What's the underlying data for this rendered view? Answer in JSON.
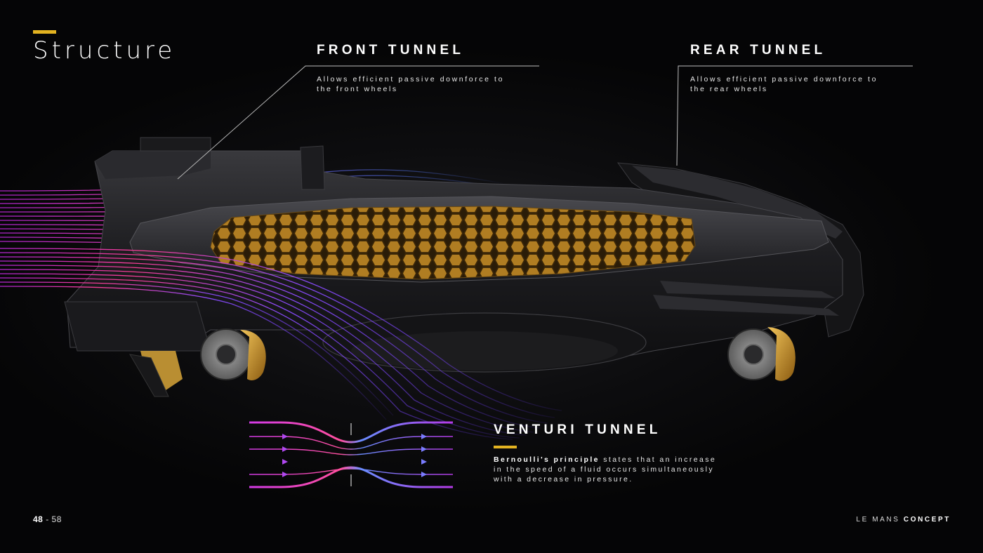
{
  "header": {
    "title": "Structure",
    "accent_color": "#e3b321"
  },
  "front_tunnel": {
    "title": "FRONT TUNNEL",
    "description_line1": "Allows efficient passive downforce to",
    "description_line2": "the front wheels"
  },
  "rear_tunnel": {
    "title": "REAR TUNNEL",
    "description_line1": "Allows efficient passive downforce to",
    "description_line2": "the rear wheels"
  },
  "venturi_tunnel": {
    "title": "VENTURI TUNNEL",
    "bold_lead": "Bernoulli's principle",
    "description_line1_rest": " states that an increase",
    "description_line2": "in the speed of a fluid occurs simultaneously",
    "description_line3": "with a decrease in pressure."
  },
  "footer": {
    "current_page": "48",
    "separator": " - ",
    "total_pages": "58",
    "brand_light": "LE MANS ",
    "brand_bold": "CONCEPT"
  },
  "colors": {
    "flow_magenta": "#d63cf0",
    "flow_pink": "#ff4fa8",
    "flow_blue": "#5aa0ff",
    "gold": "#c8962a",
    "body_dark": "#1b1b1e"
  }
}
